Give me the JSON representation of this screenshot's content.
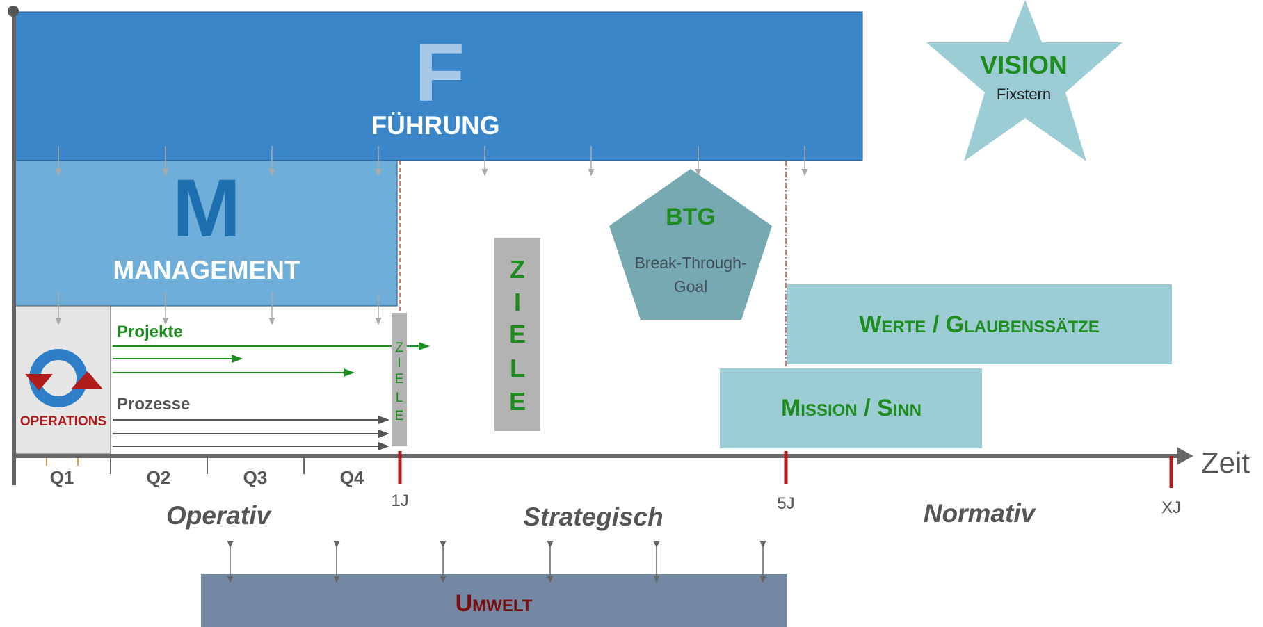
{
  "fuehrung": {
    "letter": "F",
    "label": "FÜHRUNG"
  },
  "management": {
    "letter": "M",
    "label": "MANAGEMENT"
  },
  "operations": {
    "label": "OPERATIONS"
  },
  "projekte": {
    "label": "Projekte"
  },
  "prozesse": {
    "label": "Prozesse"
  },
  "ziele_small": {
    "letters": [
      "Z",
      "I",
      "E",
      "L",
      "E"
    ]
  },
  "ziele_large": {
    "letters": [
      "Z",
      "I",
      "E",
      "L",
      "E"
    ]
  },
  "btg": {
    "title": "BTG",
    "line1": "Break-Through-",
    "line2": "Goal"
  },
  "vision": {
    "title": "VISION",
    "subtitle": "Fixstern"
  },
  "werte": {
    "label": "Werte / Glaubenssätze"
  },
  "mission": {
    "label": "Mission / Sinn"
  },
  "umwelt": {
    "label": "Umwelt"
  },
  "axis": {
    "label": "Zeit",
    "quarters": [
      "Q1",
      "Q2",
      "Q3",
      "Q4"
    ],
    "markers": [
      "1J",
      "5J",
      "XJ"
    ]
  },
  "levels": {
    "operativ": "Operativ",
    "strategisch": "Strategisch",
    "normativ": "Normativ"
  },
  "colors": {
    "fuehrung": "#3a86c8",
    "management": "#6faed8",
    "teal": "#9ccdd5",
    "btg": "#76a9b2",
    "umwelt": "#7487a3",
    "green": "#1e8c1e",
    "darkred": "#8b1010",
    "ziele_bar": "#b3b3b3"
  }
}
